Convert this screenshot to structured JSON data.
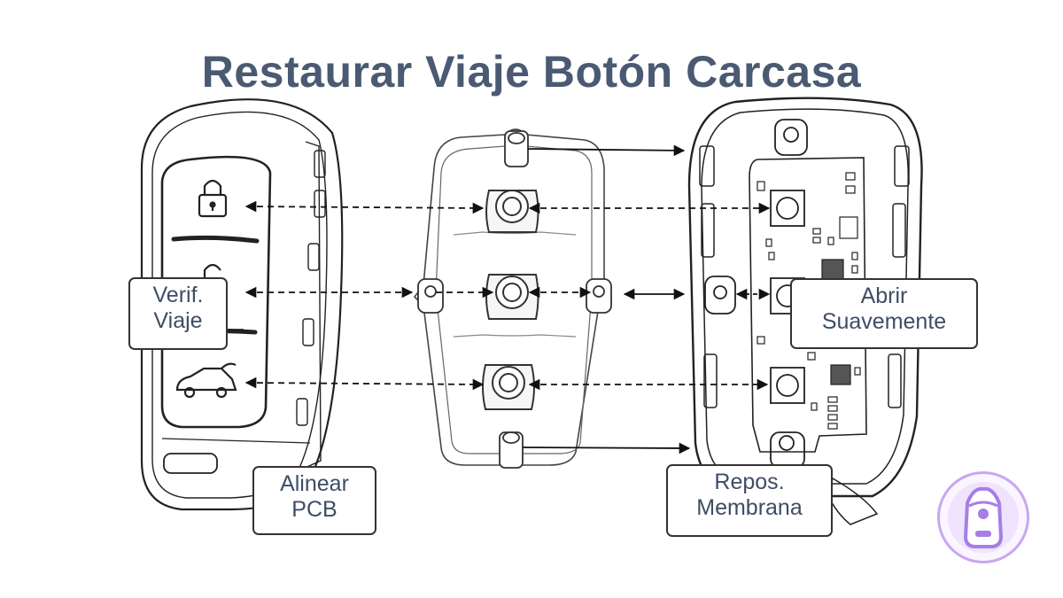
{
  "title": "Restaurar Viaje Botón Carcasa",
  "labels": {
    "verify_travel": "Verif.\nViaje",
    "align_pcb": "Alinear\nPCB",
    "reseat_membrane": "Repos.\nMembrana",
    "open_gently": "Abrir\nSuavemente"
  },
  "icons": {
    "lock": "lock-icon",
    "unlock": "unlock-icon",
    "trunk": "car-trunk-icon",
    "badge": "key-fob-badge-icon"
  },
  "colors": {
    "title": "#4a5a72",
    "label_text": "#3e4d66",
    "line": "#222222",
    "badge_accent": "#a67ee6"
  }
}
